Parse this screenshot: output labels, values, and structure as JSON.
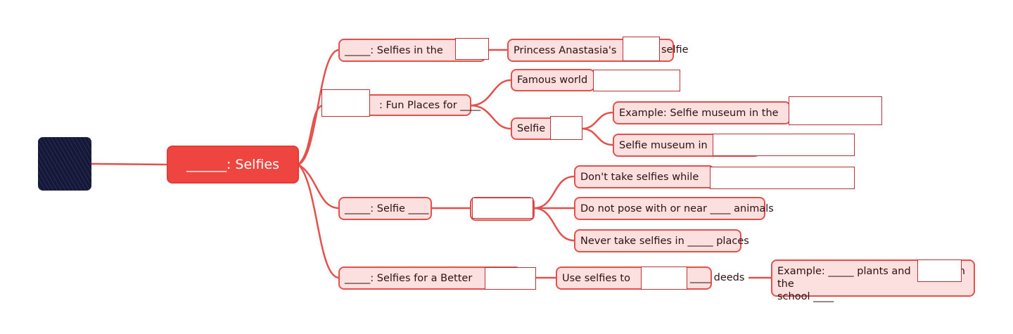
{
  "colors": {
    "line": "#e4514c",
    "node_fill": "#fbe0df",
    "main_fill": "#ef4541",
    "root_fill": "#141836",
    "blank_border": "#b8343a"
  },
  "main": {
    "label": "______: Selfies"
  },
  "branches": {
    "b1": {
      "label": "_____: Selfies in the"
    },
    "b1c1": {
      "label": "Princess Anastasia's",
      "suffix": "selfie"
    },
    "b2": {
      "label": ": Fun Places for ____"
    },
    "b2c1": {
      "label": "Famous world"
    },
    "b2c2": {
      "label": "Selfie"
    },
    "b2c2a": {
      "label": "Example: Selfie museum in the"
    },
    "b2c2b": {
      "label": "Selfie museum in"
    },
    "b3": {
      "label": "_____: Selfie ____"
    },
    "b3c1": {
      "label": "Don't take selfies while"
    },
    "b3c2": {
      "label": "Do not pose with or near ____ animals"
    },
    "b3c3": {
      "label": "Never take selfies in _____ places"
    },
    "b4": {
      "label": "_____: Selfies for a Better"
    },
    "b4c1": {
      "label": "Use selfies to",
      "suffix": "____ deeds"
    },
    "b4c1a": {
      "label": "Example: _____ plants and",
      "suffix": "in the",
      "line2": "school ____"
    }
  }
}
